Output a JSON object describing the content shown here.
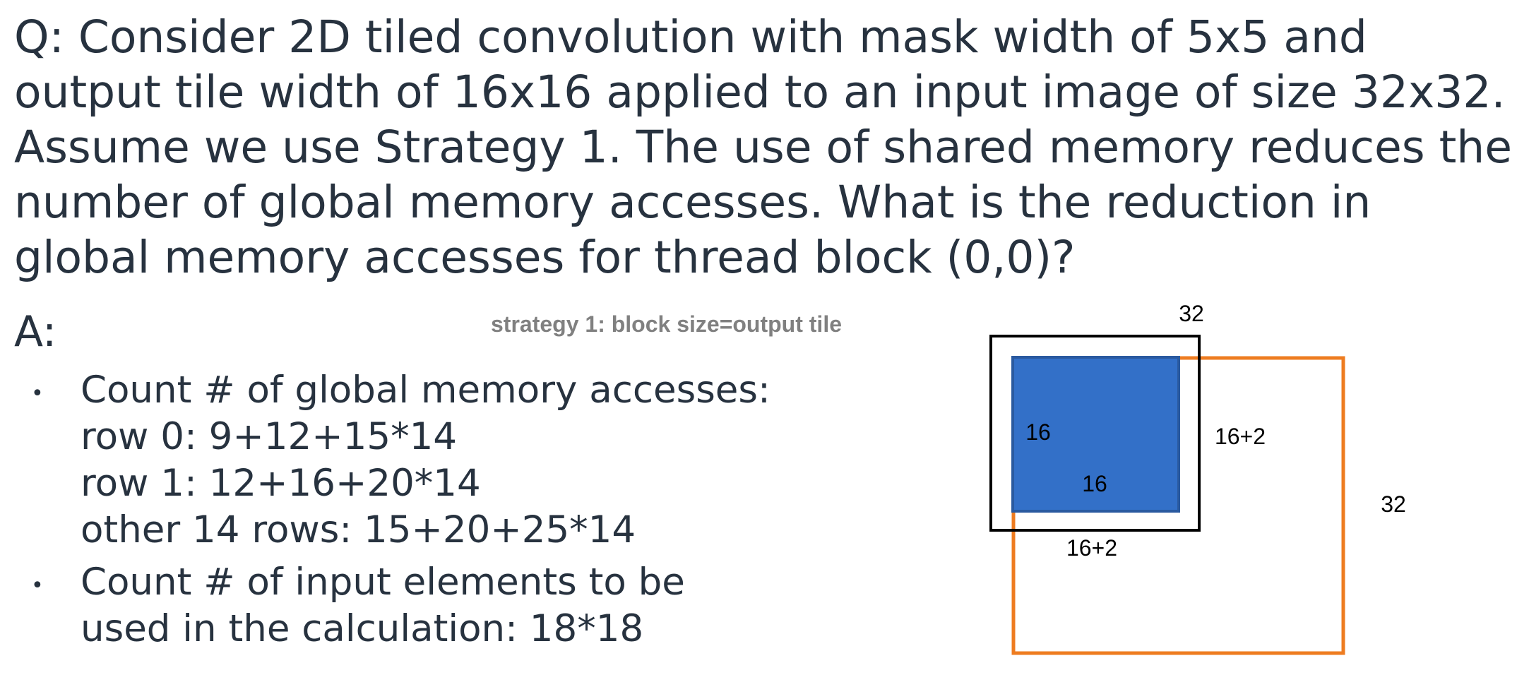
{
  "question": {
    "lines": [
      "Q: Consider 2D tiled convolution with mask width of 5x5 and",
      "output tile width of 16x16 applied to an input image of size 32x32.",
      "Assume we use Strategy 1. The use of shared memory reduces the",
      "number of global memory accesses. What is the reduction in",
      "global memory accesses for thread block (0,0)?"
    ]
  },
  "answer": {
    "label": "A:",
    "strategy_note": "strategy 1: block size=output tile",
    "bullet_glyph": "•",
    "bullets": [
      {
        "lines": [
          "Count # of global memory accesses:",
          "row 0: 9+12+15*14",
          "row 1: 12+16+20*14",
          "other 14 rows: 15+20+25*14"
        ]
      },
      {
        "lines": [
          "Count # of input elements to be",
          "used in the calculation: 18*18"
        ]
      }
    ]
  },
  "diagram": {
    "labels": {
      "image_width": "32",
      "image_height": "32",
      "output_tile_width": "16",
      "output_tile_height": "16",
      "input_tile_width": "16+2",
      "input_tile_height": "16+2"
    },
    "colors": {
      "output_tile_fill": "#3370c8",
      "output_tile_stroke": "#2a5aa0",
      "input_tile_stroke": "#000000",
      "image_stroke": "#ee7c20"
    }
  }
}
